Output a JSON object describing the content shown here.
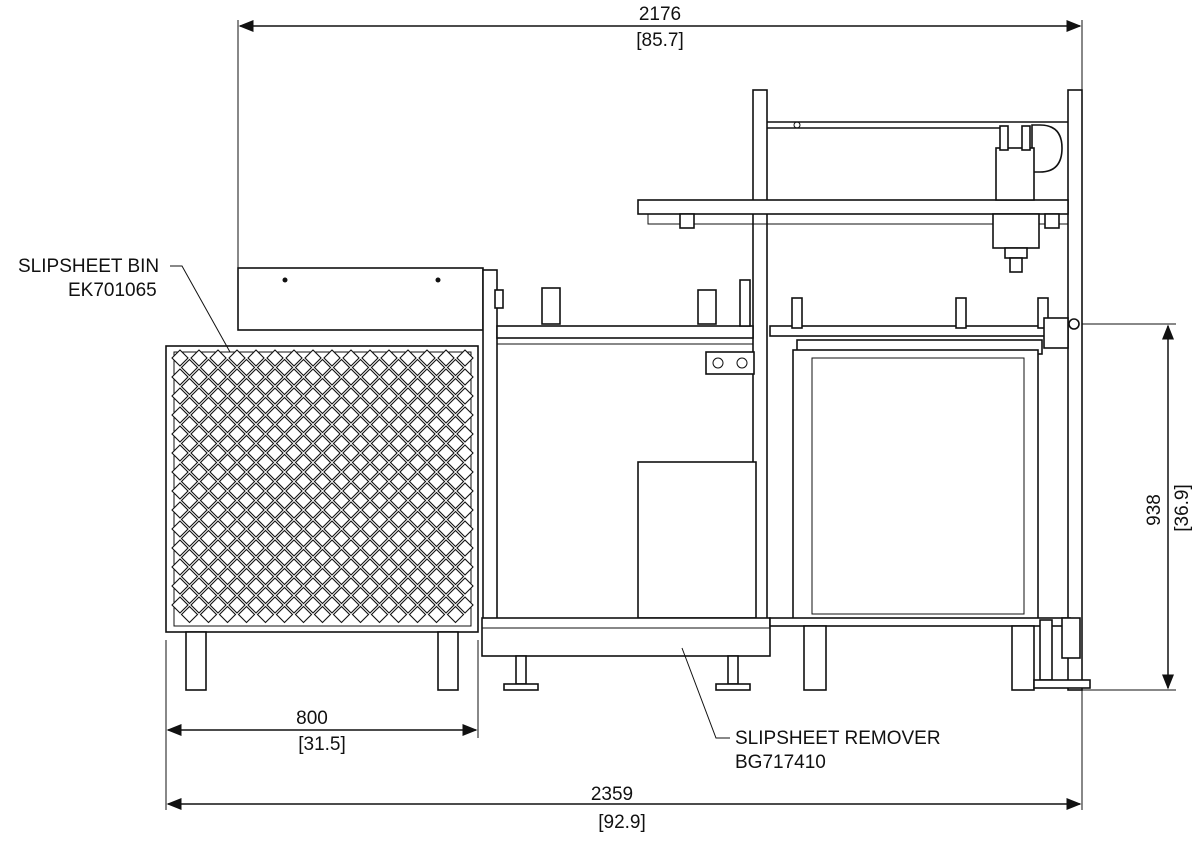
{
  "dimensions": {
    "top_width": {
      "mm": "2176",
      "in": "[85.7]"
    },
    "total_width": {
      "mm": "2359",
      "in": "[92.9]"
    },
    "bin_width": {
      "mm": "800",
      "in": "[31.5]"
    },
    "height": {
      "mm": "938",
      "in": "[36.9]"
    }
  },
  "callouts": {
    "bin": {
      "name": "SLIPSHEET BIN",
      "code": "EK701065"
    },
    "remover": {
      "name": "SLIPSHEET REMOVER",
      "code": "BG717410"
    }
  }
}
